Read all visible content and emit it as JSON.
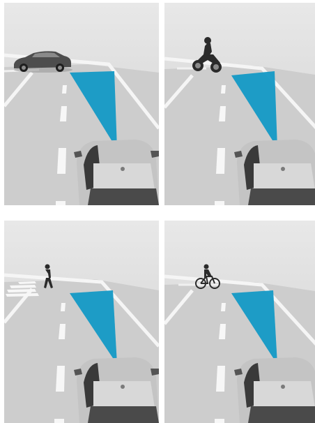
{
  "figure": {
    "panels": [
      {
        "id": "p1",
        "hazard": "car"
      },
      {
        "id": "p2",
        "hazard": "motorcycle"
      },
      {
        "id": "p3",
        "hazard": "pedestrian"
      },
      {
        "id": "p4",
        "hazard": "cyclist"
      }
    ],
    "colors": {
      "sky": "#e4e4e4",
      "road": "#cfcfcf",
      "lane_marking": "#f7f7f7",
      "sensor_beam": "#19a9d6",
      "ego_car": "#c4c4c4",
      "hazard_silhouette": "#2b2b2b"
    }
  }
}
